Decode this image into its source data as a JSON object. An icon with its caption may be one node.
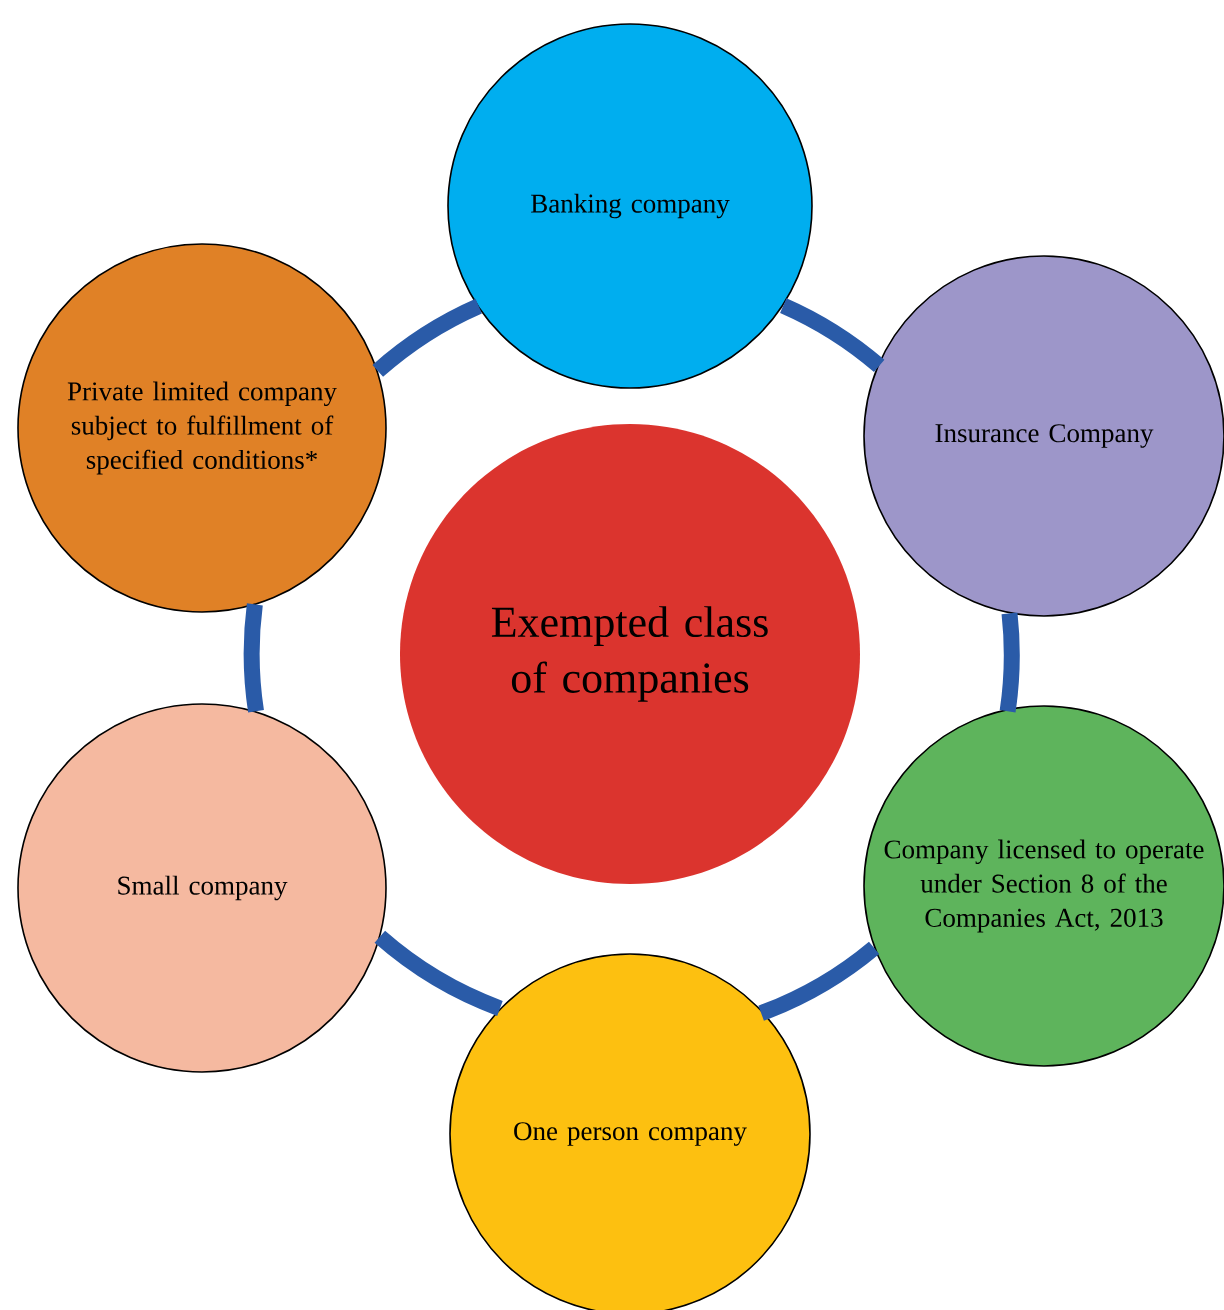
{
  "diagram": {
    "nodes": [
      {
        "text": [
          "Banking company"
        ]
      },
      {
        "text": [
          "Private limited company subject to fulfillment of specified conditions*"
        ]
      },
      {
        "text": [
          "Insurance Company"
        ]
      },
      {
        "text": [
          "Exempted class of companies"
        ]
      },
      {
        "text": [
          "Small company"
        ]
      },
      {
        "text": [
          "Company licensed to operate under Section 8 of the Companies Act, 2013"
        ]
      },
      {
        "text": [
          "One person company"
        ]
      }
    ],
    "edges": [
      {
        "from": 1,
        "to": 0,
        "arrow": "none"
      },
      {
        "from": 0,
        "to": 2,
        "arrow": "none"
      },
      {
        "from": 2,
        "to": 5,
        "arrow": "none"
      },
      {
        "from": 5,
        "to": 6,
        "arrow": "none"
      },
      {
        "from": 6,
        "to": 4,
        "arrow": "none"
      },
      {
        "from": 4,
        "to": 1,
        "arrow": "none"
      }
    ]
  }
}
